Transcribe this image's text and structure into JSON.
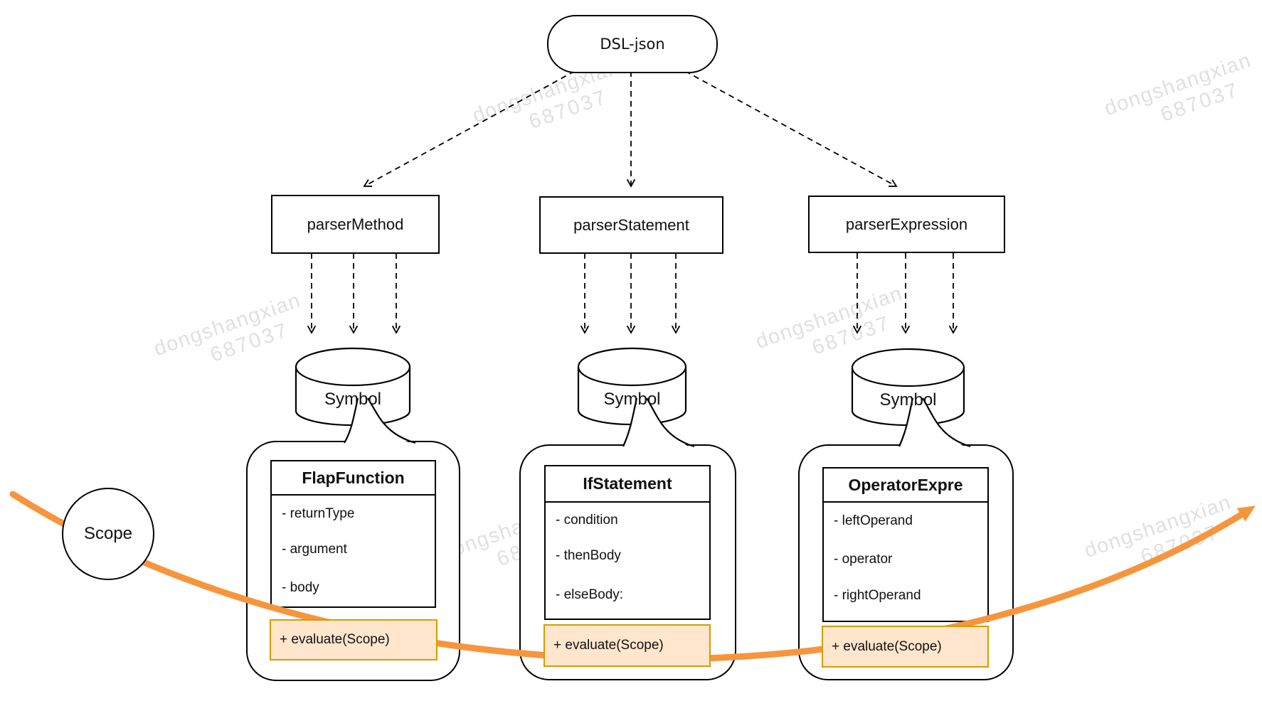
{
  "diagram": {
    "root": {
      "label": "DSL-json"
    },
    "parsers": [
      "parserMethod",
      "parserStatement",
      "parserExpression"
    ],
    "symbol_label": "Symbol",
    "classes": [
      {
        "title": "FlapFunction",
        "fields": [
          "- returnType",
          "- argument",
          "- body"
        ],
        "method": "+ evaluate(Scope)"
      },
      {
        "title": "IfStatement",
        "fields": [
          "- condition",
          "- thenBody",
          "- elseBody:"
        ],
        "method": "+ evaluate(Scope)"
      },
      {
        "title": "OperatorExpre",
        "fields": [
          "- leftOperand",
          "- operator",
          "- rightOperand"
        ],
        "method": "+ evaluate(Scope)"
      }
    ],
    "scope": {
      "label": "Scope"
    },
    "watermark": {
      "line1": "dongshangxian",
      "line2": "687037"
    },
    "colors": {
      "stroke": "#000000",
      "accent_orange": "#F7953D",
      "method_fill": "#FFE6CC",
      "method_border": "#D79B00",
      "watermark_gray": "#D9D9D9"
    }
  }
}
